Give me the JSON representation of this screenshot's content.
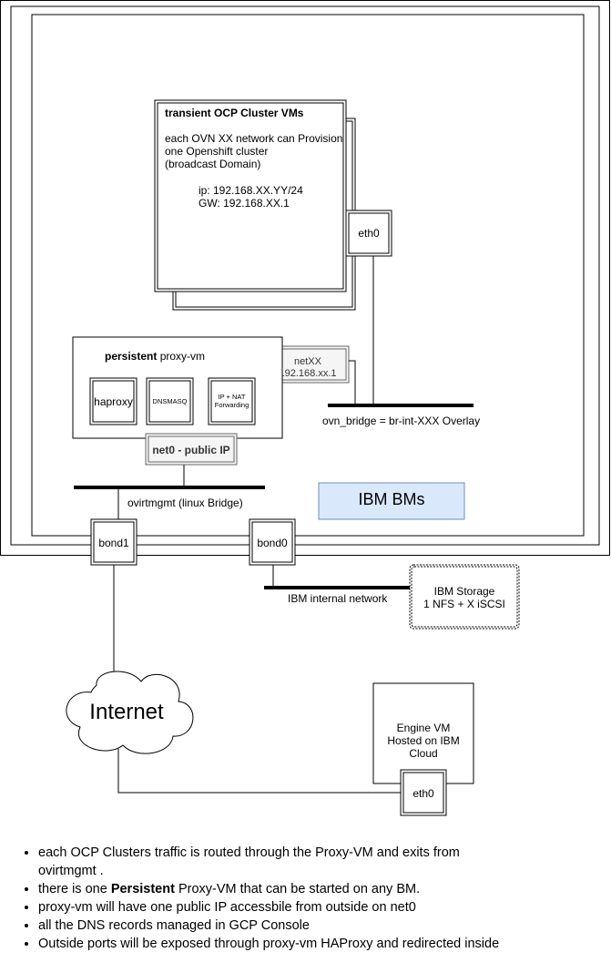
{
  "vm_box": {
    "title": "transient OCP  Cluster VMs",
    "desc_line1": "each OVN XX network can Provision",
    "desc_line2": "one Openshift cluster",
    "desc_line3": "(broadcast Domain)",
    "ip": "ip: 192.168.XX.YY/24",
    "gw": "GW: 192.168.XX.1"
  },
  "vm_eth0": "eth0",
  "proxy": {
    "title_bold": "persistent",
    "title_rest": " proxy-vm",
    "haproxy": "haproxy",
    "dnsmasq": "DNSMASQ",
    "nat_line1": "IP + NAT",
    "nat_line2": "Forwarding",
    "net0": "net0 - public IP"
  },
  "netxx": {
    "line1": "netXX",
    "line2": "192.168.xx.1"
  },
  "ovn_bridge": "ovn_bridge = br-int-XXX Overlay",
  "ovirtmgmt": "ovirtmgmt (linux Bridge)",
  "ibm_bms": "IBM BMs",
  "bond1": "bond1",
  "bond0": "bond0",
  "ibm_internal": "IBM internal network",
  "storage": {
    "line1": "IBM Storage",
    "line2": "1 NFS +  X iSCSI"
  },
  "internet": "Internet",
  "engine": {
    "line1": "Engine VM",
    "line2": "Hosted on IBM",
    "line3": "Cloud",
    "eth0": "eth0"
  },
  "colors": {
    "ibm_bms_fill": "#dae8fc",
    "ibm_bms_stroke": "#6c8ebf",
    "netxx_fill": "#f5f5f5"
  },
  "notes": [
    {
      "pre": "each OCP Clusters traffic is routed through the Proxy-VM and exits from ovirtmgmt .",
      "bold": "",
      "post": ""
    },
    {
      "pre": "there is one ",
      "bold": "Persistent",
      "post": " Proxy-VM that can be started on any BM."
    },
    {
      "pre": "proxy-vm will have one public IP accessbile from outside on net0",
      "bold": "",
      "post": ""
    },
    {
      "pre": "all the DNS records managed in GCP Console",
      "bold": "",
      "post": ""
    },
    {
      "pre": "Outside ports will be exposed through proxy-vm HAProxy and redirected inside",
      "bold": "",
      "post": ""
    }
  ]
}
